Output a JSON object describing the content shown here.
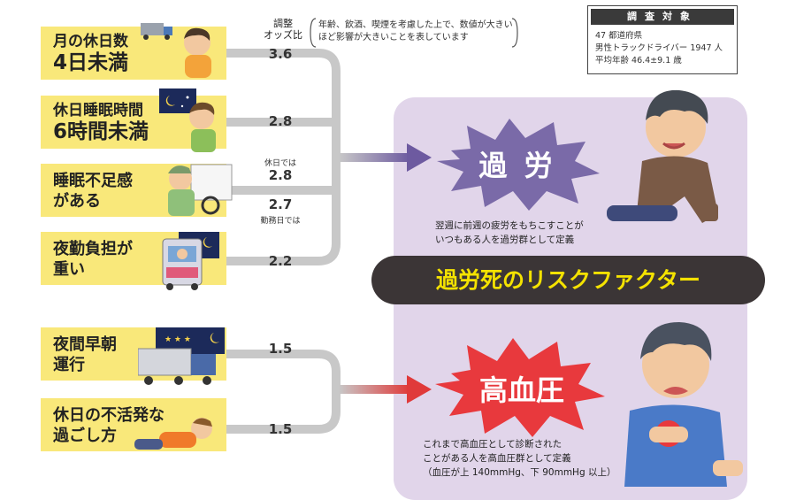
{
  "header": {
    "odds_label": [
      "調整",
      "オッズ比"
    ],
    "odds_note": [
      "年齢、飲酒、喫煙を考慮した上で、数値が大きい",
      "ほど影響が大きいことを表しています"
    ]
  },
  "survey": {
    "title": "調査対象",
    "lines": [
      "47 都道府県",
      "男性トラックドライバー 1947 人",
      "平均年齢 46.4±9.1 歳"
    ]
  },
  "factors": [
    {
      "line1": "月の休日数",
      "line2": "4日未満",
      "odds": "3.6"
    },
    {
      "line1": "休日睡眠時間",
      "line2": "6時間未満",
      "odds": "2.8"
    },
    {
      "line1": "睡眠不足感",
      "line2": "がある",
      "odds_holiday_label": "休日では",
      "odds_holiday": "2.8",
      "odds_workday": "2.7",
      "odds_workday_label": "勤務日では"
    },
    {
      "line1": "夜勤負担が",
      "line2": "重い",
      "odds": "2.2"
    },
    {
      "line1": "夜間早朝",
      "line2": "運行",
      "odds": "1.5"
    },
    {
      "line1": "休日の不活発な",
      "line2": "過ごし方",
      "odds": "1.5"
    }
  ],
  "outcomes": {
    "fatigue": {
      "label": "過 労",
      "definition": [
        "翌週に前週の疲労をもちこすことが",
        "いつもある人を過労群として定義"
      ]
    },
    "hypertension": {
      "label": "高血圧",
      "definition": [
        "これまで高血圧として診断された",
        "ことがある人を高血圧群として定義",
        "（血圧が上 140mmHg、下 90mmHg 以上）"
      ]
    }
  },
  "banner": "過労死のリスクファクター",
  "colors": {
    "factor_bg": "#f9e87a",
    "panel_bg": "#e1d5ea",
    "fatigue_burst": "#7a6aa8",
    "hypertension_burst": "#e8393d",
    "banner_bg": "#3b3536",
    "banner_text": "#f4e200",
    "connector": "#c8c8c8"
  }
}
